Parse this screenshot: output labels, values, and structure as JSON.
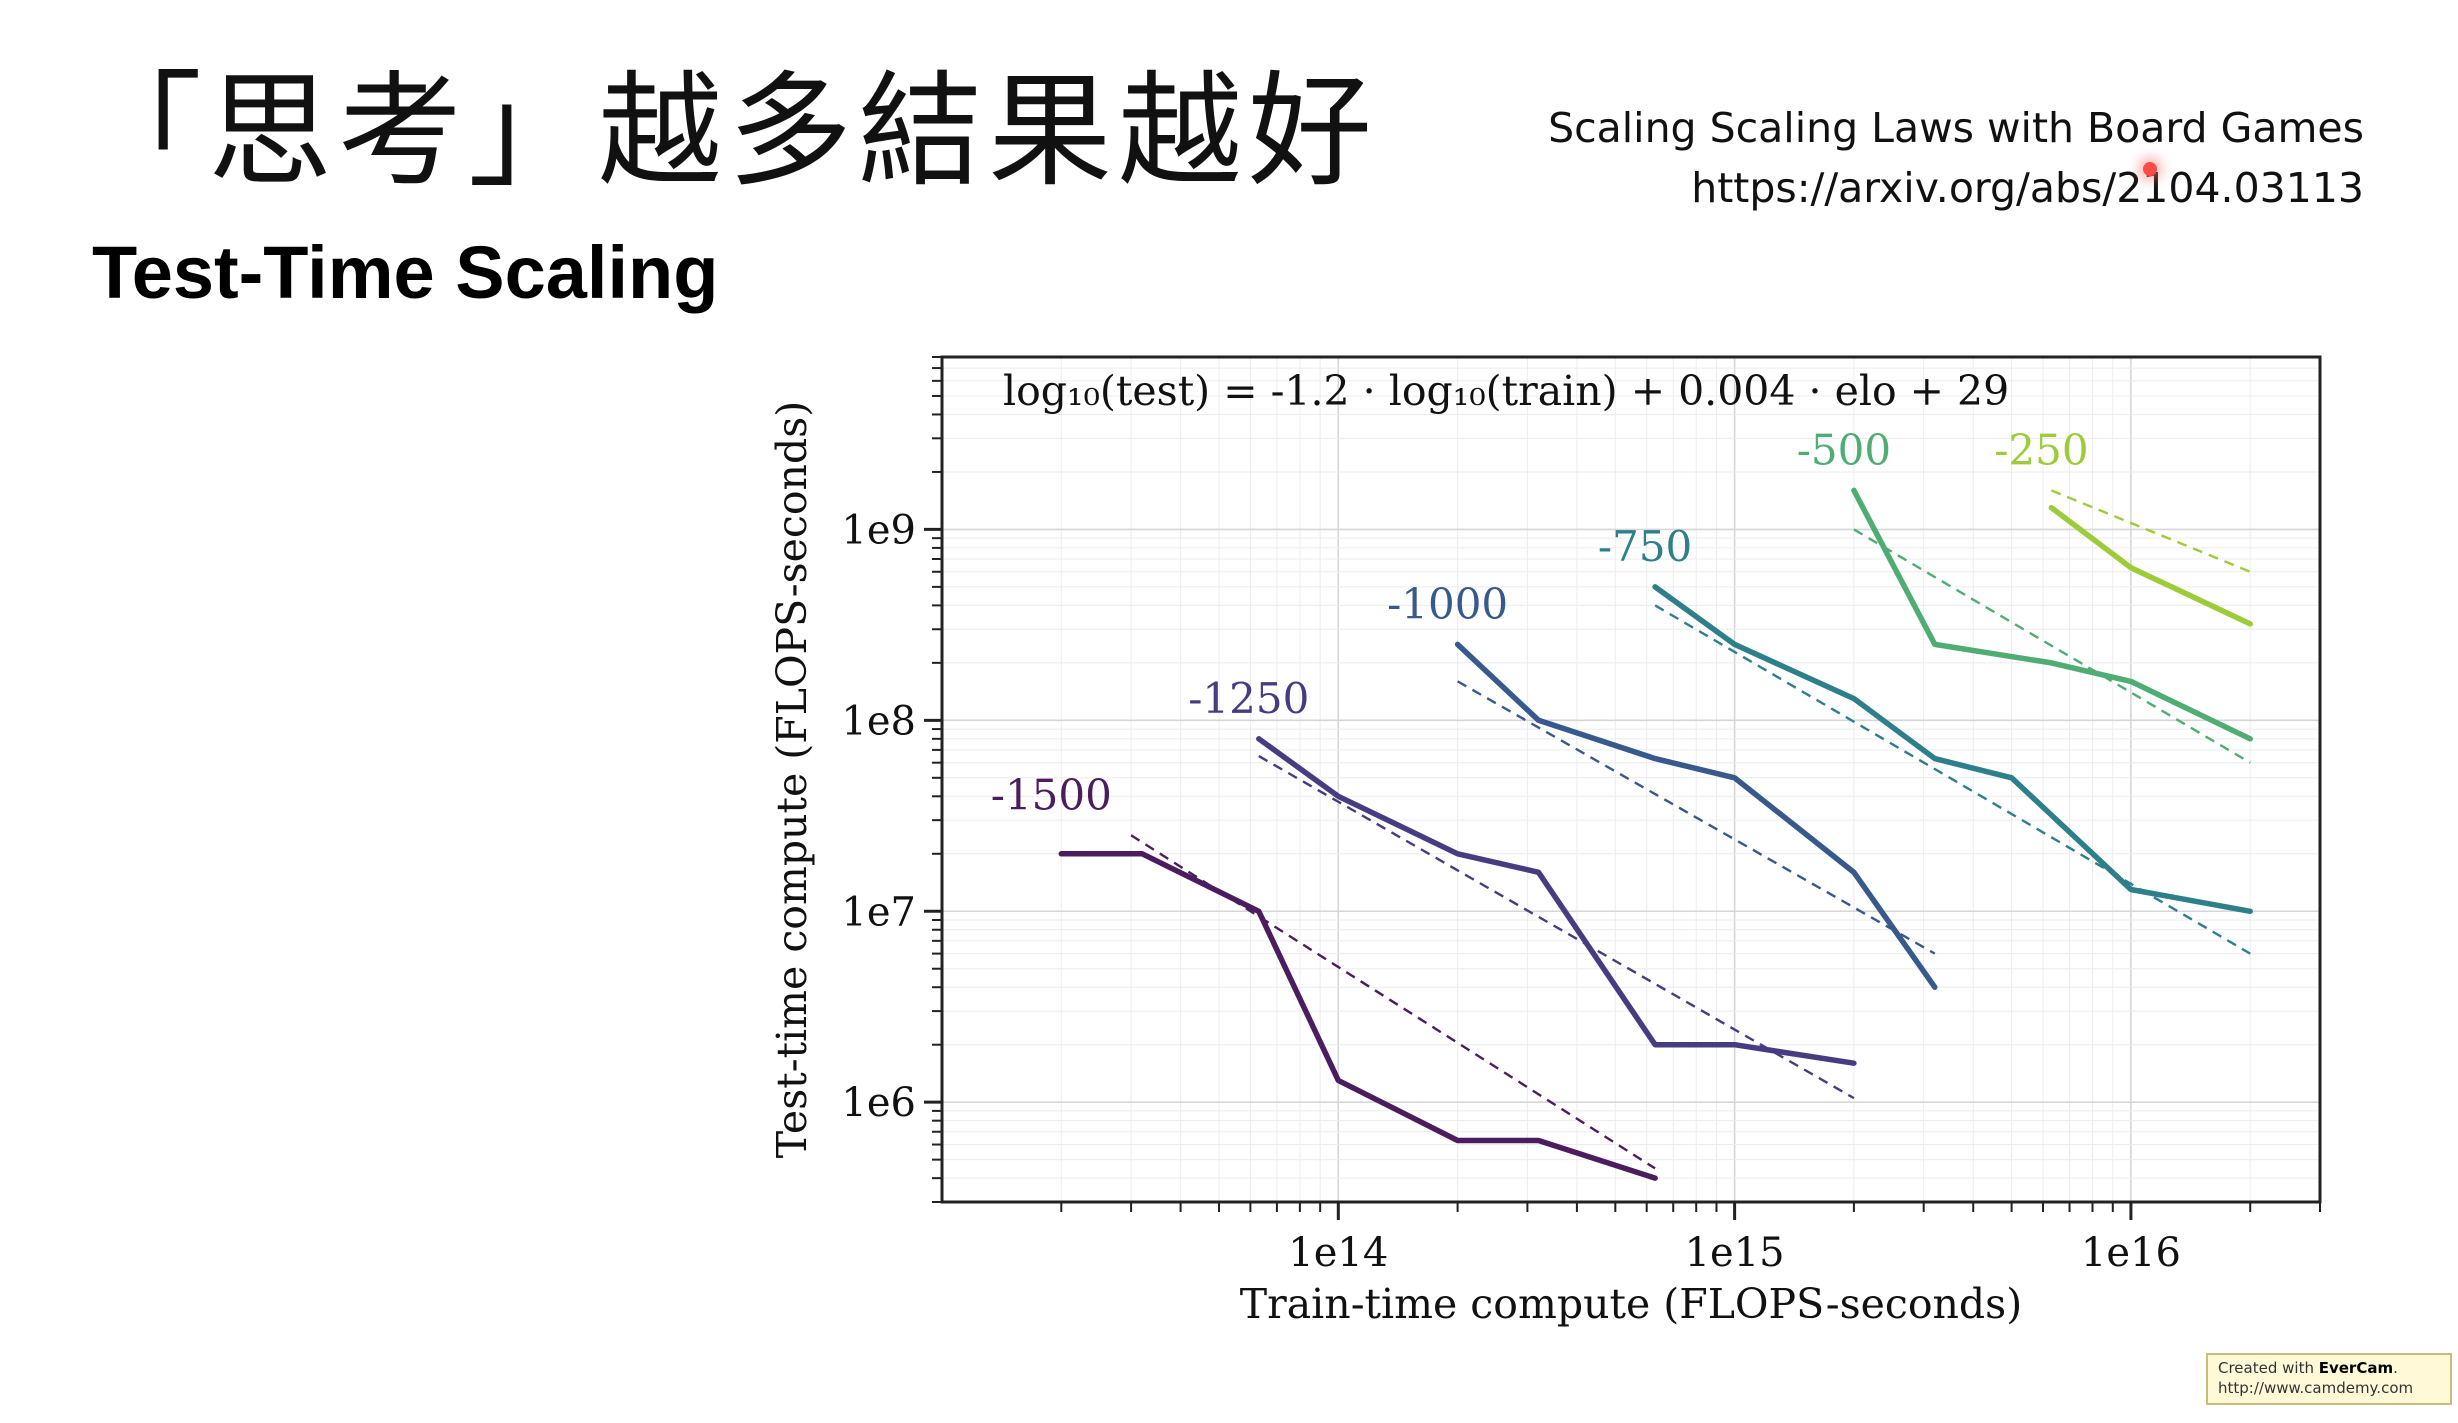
{
  "slide": {
    "title_cn": "「思考」越多結果越好",
    "subtitle": "Test-Time Scaling",
    "reference_title": "Scaling Scaling Laws with Board Games",
    "reference_url": "https://arxiv.org/abs/2104.03113"
  },
  "watermark": {
    "line1_prefix": "Created with ",
    "line1_brand": "EverCam",
    "line1_suffix": ".",
    "line2": "http://www.camdemy.com"
  },
  "chart_data": {
    "type": "line",
    "title": "",
    "annotation": "log₁₀(test) = -1.2 · log₁₀(train) + 0.004 · elo + 29",
    "xlabel": "Train-time compute (FLOPS-seconds)",
    "ylabel": "Test-time compute (FLOPS-seconds)",
    "x_scale": "log",
    "y_scale": "log",
    "xlim": [
      10000000000000.0,
      3e+16
    ],
    "ylim": [
      300000.0,
      8000000000.0
    ],
    "x_ticks": [
      100000000000000.0,
      1000000000000000.0,
      1e+16
    ],
    "x_tick_labels": [
      "1e14",
      "1e15",
      "1e16"
    ],
    "y_ticks": [
      1000000.0,
      10000000.0,
      100000000.0,
      1000000000.0
    ],
    "y_tick_labels": [
      "1e6",
      "1e7",
      "1e8",
      "1e9"
    ],
    "grid": true,
    "series": [
      {
        "name": "-1500",
        "color": "#4b1d5e",
        "points": [
          [
            20000000000000.0,
            20000000.0
          ],
          [
            32000000000000.0,
            20000000.0
          ],
          [
            63000000000000.0,
            10000000.0
          ],
          [
            100000000000000.0,
            1300000.0
          ],
          [
            200000000000000.0,
            630000.0
          ],
          [
            320000000000000.0,
            630000.0
          ],
          [
            630000000000000.0,
            400000.0
          ]
        ],
        "fit": [
          [
            30000000000000.0,
            25000000.0
          ],
          [
            630000000000000.0,
            450000.0
          ]
        ]
      },
      {
        "name": "-1250",
        "color": "#453c82",
        "points": [
          [
            63000000000000.0,
            80000000.0
          ],
          [
            100000000000000.0,
            40000000.0
          ],
          [
            200000000000000.0,
            20000000.0
          ],
          [
            320000000000000.0,
            16000000.0
          ],
          [
            630000000000000.0,
            2000000.0
          ],
          [
            1000000000000000.0,
            2000000.0
          ],
          [
            2000000000000000.0,
            1600000.0
          ]
        ],
        "fit": [
          [
            63000000000000.0,
            65000000.0
          ],
          [
            2000000000000000.0,
            1050000.0
          ]
        ]
      },
      {
        "name": "-1000",
        "color": "#38598c",
        "points": [
          [
            200000000000000.0,
            250000000.0
          ],
          [
            320000000000000.0,
            100000000.0
          ],
          [
            630000000000000.0,
            63000000.0
          ],
          [
            1000000000000000.0,
            50000000.0
          ],
          [
            2000000000000000.0,
            16000000.0
          ],
          [
            3200000000000000.0,
            4000000.0
          ]
        ],
        "fit": [
          [
            200000000000000.0,
            160000000.0
          ],
          [
            3200000000000000.0,
            6000000.0
          ]
        ]
      },
      {
        "name": "-750",
        "color": "#2d7f8a",
        "points": [
          [
            630000000000000.0,
            500000000.0
          ],
          [
            1000000000000000.0,
            250000000.0
          ],
          [
            2000000000000000.0,
            130000000.0
          ],
          [
            3200000000000000.0,
            63000000.0
          ],
          [
            5000000000000000.0,
            50000000.0
          ],
          [
            1e+16,
            13000000.0
          ],
          [
            2e+16,
            10000000.0
          ]
        ],
        "fit": [
          [
            630000000000000.0,
            400000000.0
          ],
          [
            2e+16,
            6000000.0
          ]
        ]
      },
      {
        "name": "-500",
        "color": "#4fad74",
        "points": [
          [
            2000000000000000.0,
            1600000000.0
          ],
          [
            3200000000000000.0,
            250000000.0
          ],
          [
            6300000000000000.0,
            200000000.0
          ],
          [
            1e+16,
            160000000.0
          ],
          [
            2e+16,
            80000000.0
          ]
        ],
        "fit": [
          [
            2000000000000000.0,
            1000000000.0
          ],
          [
            2e+16,
            60000000.0
          ]
        ]
      },
      {
        "name": "-250",
        "color": "#9ccc3a",
        "points": [
          [
            6300000000000000.0,
            1300000000.0
          ],
          [
            1e+16,
            630000000.0
          ],
          [
            2e+16,
            320000000.0
          ]
        ],
        "fit": [
          [
            6300000000000000.0,
            1600000000.0
          ],
          [
            2e+16,
            600000000.0
          ]
        ]
      }
    ]
  }
}
